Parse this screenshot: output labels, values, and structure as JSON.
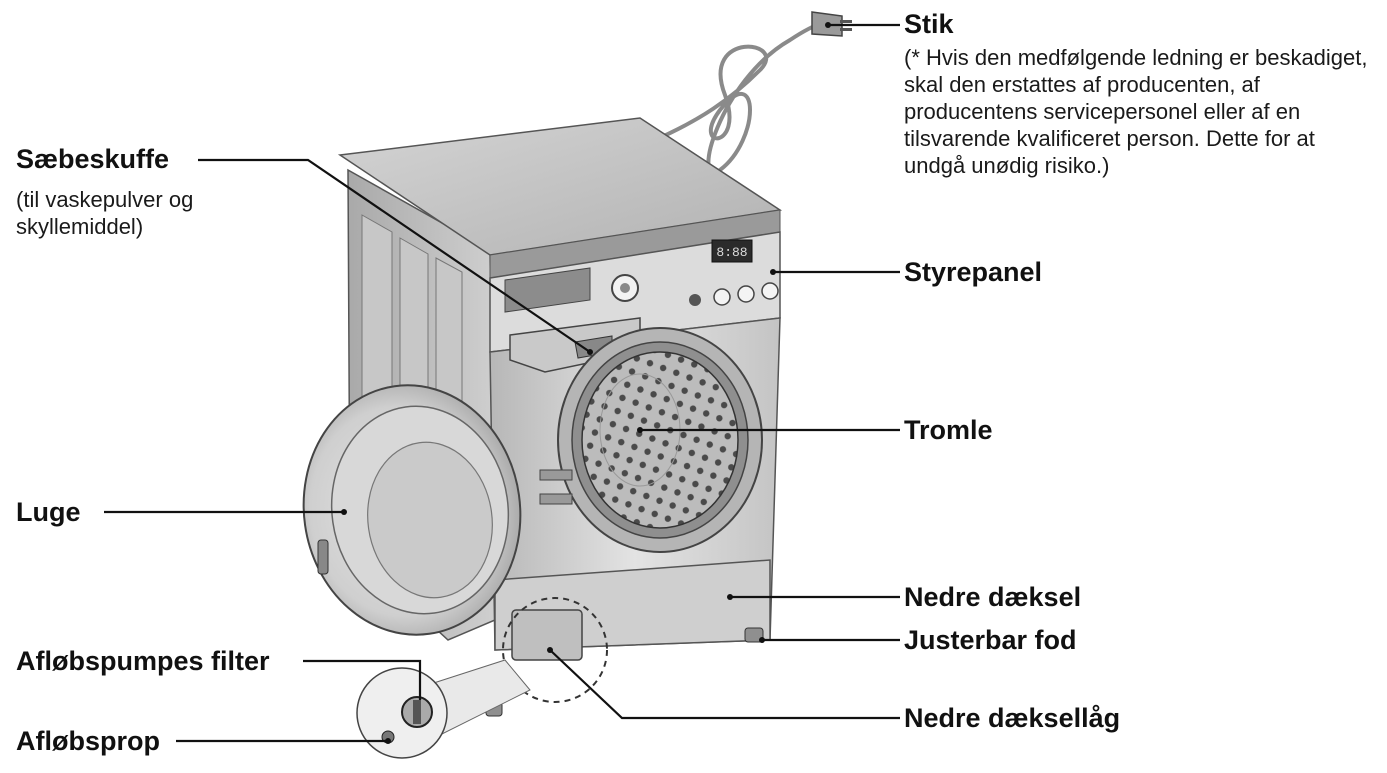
{
  "labels": {
    "stik": "Stik",
    "stik_note": "(* Hvis den medfølgende ledning er beskadiget, skal den erstattes af producenten, af producentens servicepersonel eller af en tilsvarende kvalificeret person. Dette for at undgå unødig risiko.)",
    "saebeskuffe": "Sæbeskuffe",
    "saebeskuffe_note": "(til vaskepulver og skyllemiddel)",
    "styrepanel": "Styrepanel",
    "tromle": "Tromle",
    "luge": "Luge",
    "nedre_daeksel": "Nedre dæksel",
    "justerbar_fod": "Justerbar fod",
    "aflobspumpes_filter": "Afløbspumpes filter",
    "nedre_daeksellaag": "Nedre dæksellåg",
    "aflobsprop": "Afløbsprop"
  },
  "display_readout": "8:88"
}
